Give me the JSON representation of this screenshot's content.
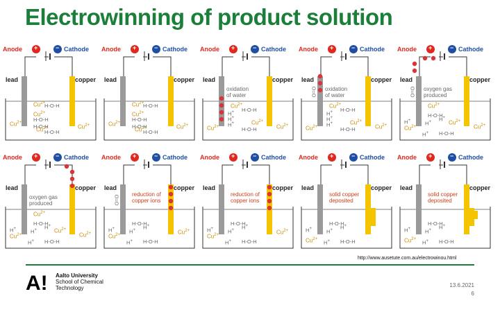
{
  "title": "Electrowinning of product solution",
  "labels": {
    "anode": "Anode",
    "cathode": "Cathode",
    "lead": "lead",
    "copper": "copper",
    "plus": "+",
    "minus": "−"
  },
  "species": {
    "cu": "Cu",
    "cu_charge": "2+",
    "water": "H-O-H",
    "h": "H",
    "h_charge": "+",
    "e": "e",
    "o2": "O=O"
  },
  "panels": [
    {
      "note": ""
    },
    {
      "note": ""
    },
    {
      "note": "oxidation\nof water"
    },
    {
      "note": "oxidation\nof water"
    },
    {
      "note": "oxygen gas\nproduced"
    },
    {
      "note": "oxygen gas\nproduced"
    },
    {
      "note": "reduction of\ncopper ions"
    },
    {
      "note": "reduction of\ncopper ions"
    },
    {
      "note": "solid copper\ndeposited"
    },
    {
      "note": "solid copper\ndeposited"
    }
  ],
  "colors": {
    "title": "#1b7f3a",
    "anode": "#e0281e",
    "cathode": "#1f4fa3",
    "lead_electrode": "#9a9a9a",
    "copper_electrode": "#f5c400",
    "electron": "#d8343a"
  },
  "footer": {
    "url": "http://www.ausetute.com.au/electrowinou.html",
    "logo_text": "A!",
    "university": [
      "Aalto University",
      "School of Chemical",
      "Technology"
    ],
    "date": "13.6.2021",
    "page": "6"
  }
}
